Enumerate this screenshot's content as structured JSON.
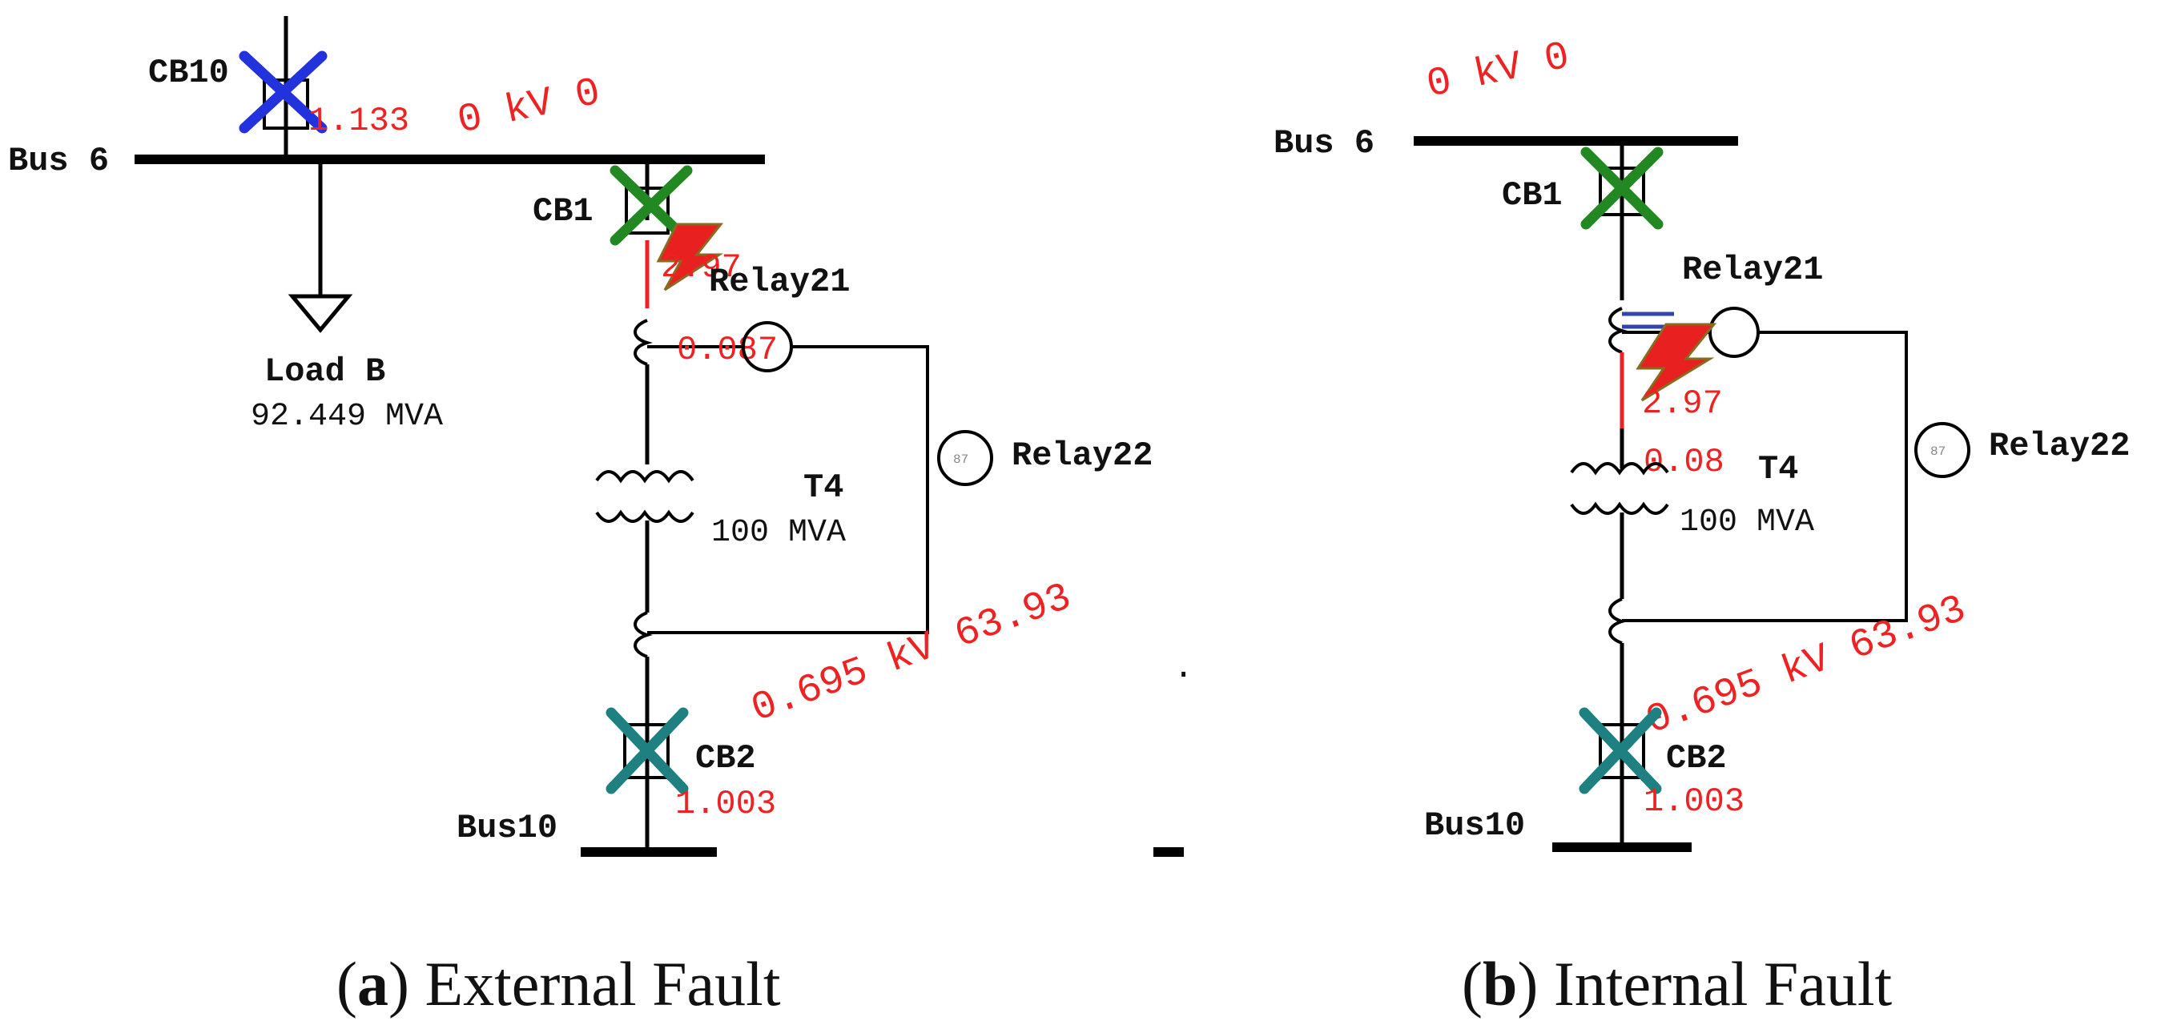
{
  "panel_a": {
    "caption_letter": "a",
    "caption_text": ") External Fault",
    "cb10_label": "CB10",
    "bus6_label": "Bus 6",
    "cb10_value": "1.133",
    "bus6_voltage": "0 kV 0",
    "cb1_label": "CB1",
    "relay21_label": "Relay21",
    "relay21_value": "2.97",
    "ct_value": "0.087",
    "load_label": "Load B",
    "load_rating": "92.449 MVA",
    "t4_label": "T4",
    "t4_rating": "100 MVA",
    "relay22_label": "Relay22",
    "relay_device_code": "87",
    "bus10_voltage": "0.695 kV 63.93",
    "cb2_label": "CB2",
    "cb2_value": "1.003",
    "bus10_label": "Bus10"
  },
  "panel_b": {
    "caption_letter": "b",
    "caption_text": ") Internal Fault",
    "bus6_voltage": "0 kV 0",
    "bus6_label": "Bus 6",
    "cb1_label": "CB1",
    "relay21_label": "Relay21",
    "relay21_value": "2.97",
    "ct_value": "0.08",
    "t4_label": "T4",
    "t4_rating": "100 MVA",
    "relay22_label": "Relay22",
    "relay_device_code": "87",
    "bus10_voltage": "0.695 kV 63.93",
    "cb2_label": "CB2",
    "cb2_value": "1.003",
    "bus10_label": "Bus10"
  },
  "colors": {
    "annotation_red": "#ee2222",
    "cb10_trip_mark": "#2233dd",
    "cb1_trip_mark": "#228822",
    "cb2_trip_mark": "#1e8080",
    "fault_icon": "#e82020",
    "ct_blue": "#3344aa"
  },
  "icons": {
    "fault": "lightning-fault-icon",
    "breaker_open": "cross-mark-icon",
    "load": "load-arrow-icon",
    "transformer": "transformer-icon",
    "relay": "relay-87-icon",
    "current_transformer": "ct-coil-icon"
  }
}
